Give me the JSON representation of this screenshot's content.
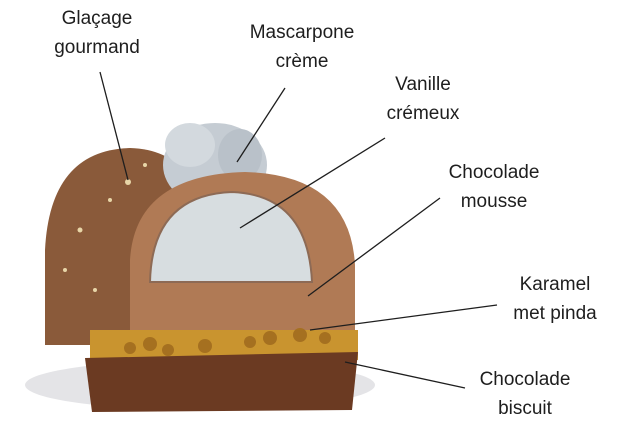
{
  "labels": [
    {
      "line1": "Glaçage",
      "line2": "gourmand"
    },
    {
      "line1": "Mascarpone",
      "line2": "crème"
    },
    {
      "line1": "Vanille",
      "line2": "crémeux"
    },
    {
      "line1": "Chocolade",
      "line2": "mousse"
    },
    {
      "line1": "Karamel",
      "line2": "met pinda"
    },
    {
      "line1": "Chocolade",
      "line2": "biscuit"
    }
  ],
  "colors": {
    "glaze": "#8a5a3a",
    "mousse": "#b07a55",
    "vanilla": "#d7dde0",
    "mascarpone": "#c5ccd3",
    "caramel": "#c9942f",
    "biscuit": "#6b3a22",
    "text": "#1e1e1e"
  }
}
